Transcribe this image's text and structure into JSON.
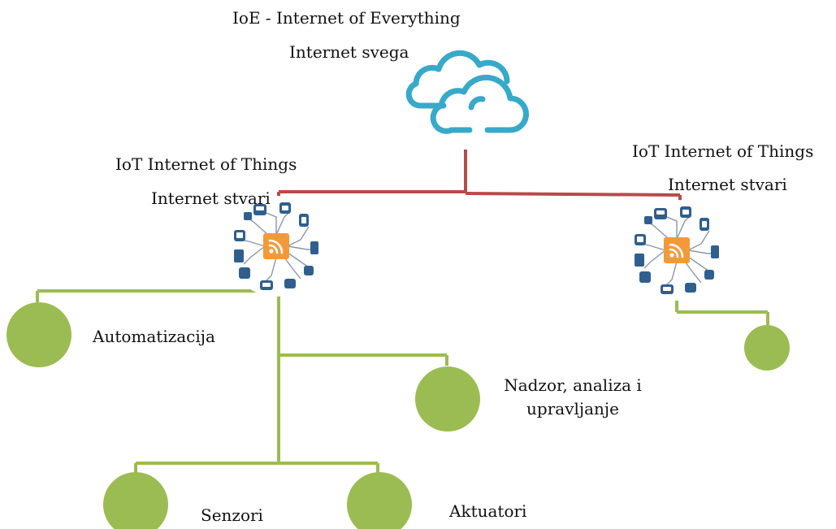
{
  "title": {
    "line1": "IoE - Internet of Everything",
    "line2": "Internet svega"
  },
  "iot_left": {
    "line1": "IoT Internet of Things",
    "line2": "Internet stvari"
  },
  "iot_right": {
    "line1": "IoT Internet of Things",
    "line2": "Internet stvari"
  },
  "nodes": {
    "automation": "Automatizacija",
    "monitoring_line1": "Nadzor, analiza i",
    "monitoring_line2": "upravljanje",
    "sensors": "Senzori",
    "actuators": "Aktuatori"
  },
  "colors": {
    "cloud": "#38a9c9",
    "root_connector": "#b84a4a",
    "branch_connector": "#9bbc52",
    "node_fill": "#9bbc52",
    "hub_orange": "#f29a3a",
    "device_blue": "#2f5f8f"
  },
  "icons": {
    "cloud": "cloud-icon",
    "iot_hub": "iot-hub-icon"
  }
}
